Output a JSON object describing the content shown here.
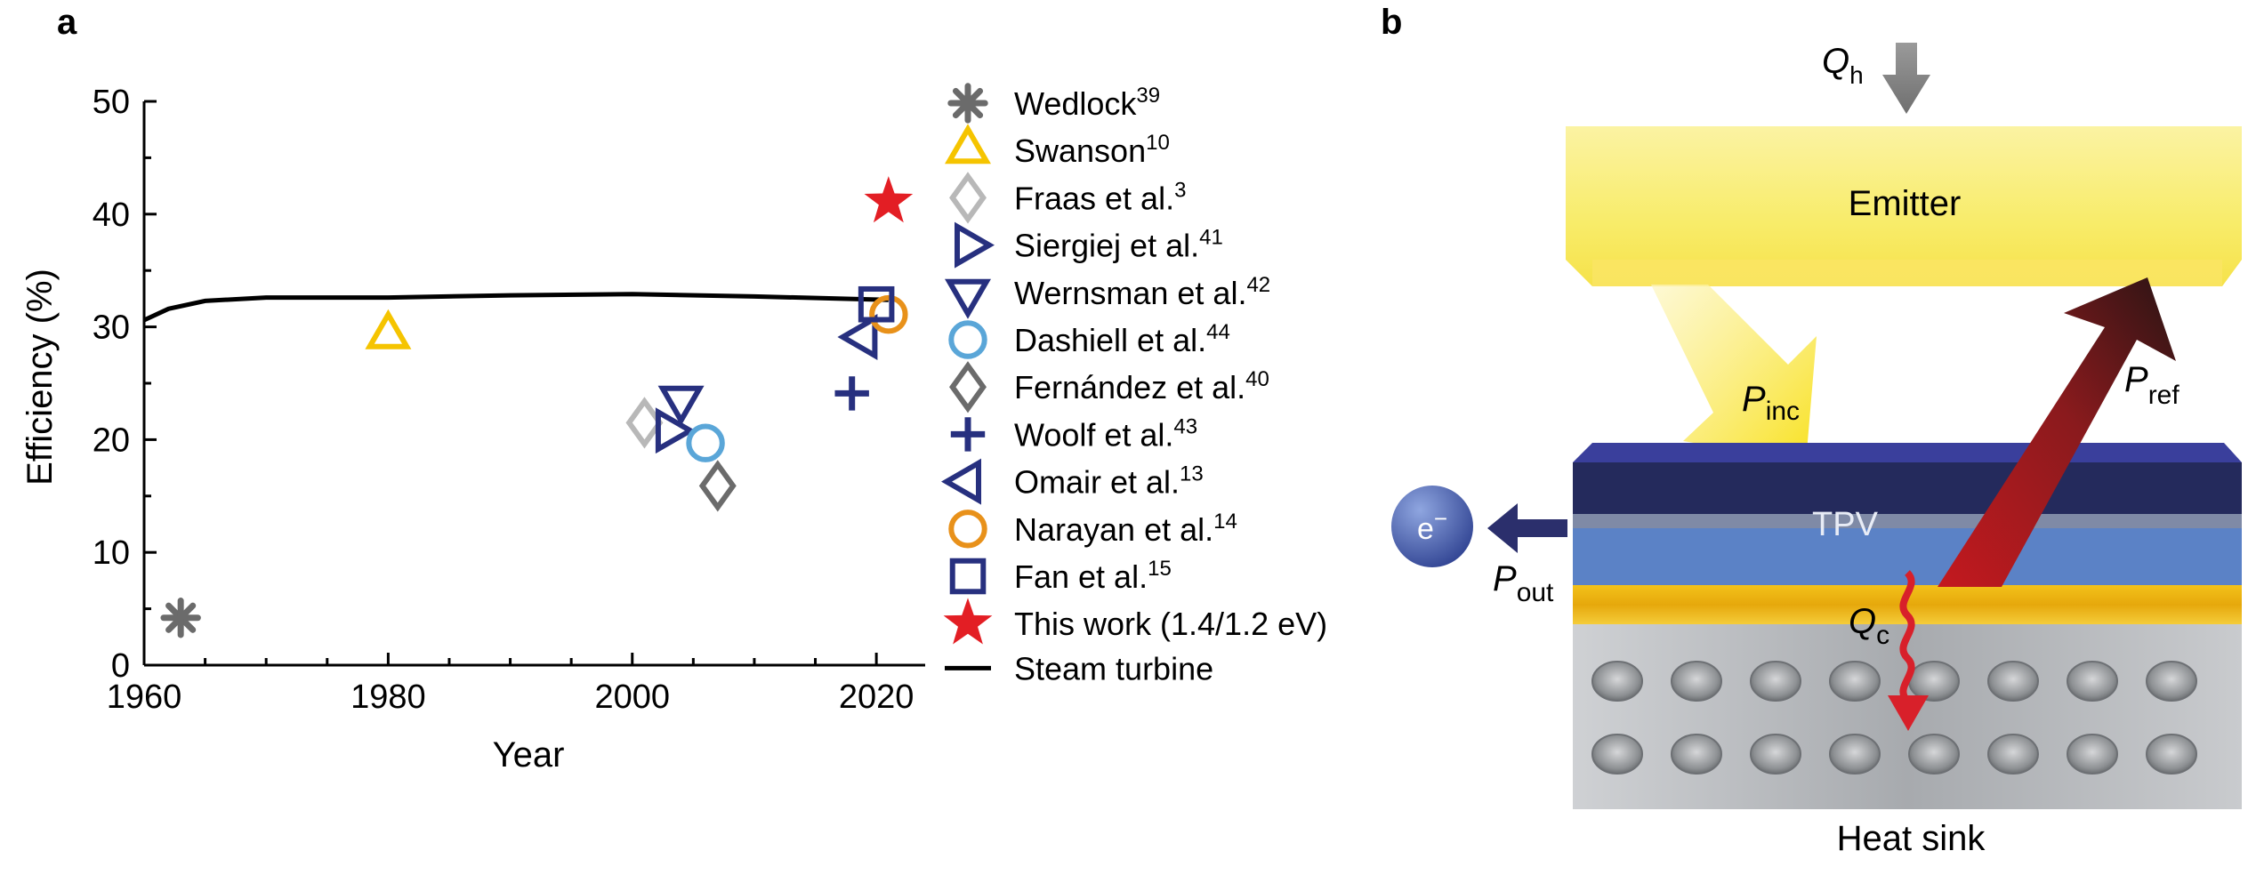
{
  "panel_a_label": "a",
  "panel_b_label": "b",
  "chart_data": {
    "type": "scatter",
    "xlabel": "Year",
    "ylabel": "Efficiency (%)",
    "xlim": [
      1960,
      2024
    ],
    "ylim": [
      0,
      50
    ],
    "xticks": [
      1960,
      1980,
      2000,
      2020
    ],
    "yticks": [
      0,
      10,
      20,
      30,
      40,
      50
    ],
    "grid": false,
    "legend_position": "right",
    "series": [
      {
        "name": "Wedlock",
        "ref": "39",
        "marker": "asterisk",
        "color": "#6b6b6b",
        "points": [
          [
            1963,
            4.2
          ]
        ]
      },
      {
        "name": "Swanson",
        "ref": "10",
        "marker": "triangle-up",
        "color": "#f5c400",
        "points": [
          [
            1980,
            29.2
          ]
        ]
      },
      {
        "name": "Fraas et al.",
        "ref": "3",
        "marker": "diamond",
        "color": "#b8b8b8",
        "points": [
          [
            2001,
            21.5
          ]
        ]
      },
      {
        "name": "Siergiej et al.",
        "ref": "41",
        "marker": "triangle-right",
        "color": "#27307f",
        "points": [
          [
            2003,
            20.8
          ]
        ]
      },
      {
        "name": "Wernsman et al.",
        "ref": "42",
        "marker": "triangle-down",
        "color": "#27307f",
        "points": [
          [
            2004,
            23.6
          ]
        ]
      },
      {
        "name": "Dashiell et al.",
        "ref": "44",
        "marker": "circle",
        "color": "#5aa6d8",
        "points": [
          [
            2006,
            19.7
          ]
        ]
      },
      {
        "name": "Fernández et al.",
        "ref": "40",
        "marker": "diamond",
        "color": "#6b6b6b",
        "points": [
          [
            2007,
            15.9
          ]
        ]
      },
      {
        "name": "Woolf et al.",
        "ref": "43",
        "marker": "plus",
        "color": "#27307f",
        "points": [
          [
            2018,
            24.1
          ]
        ]
      },
      {
        "name": "Omair et al.",
        "ref": "13",
        "marker": "triangle-left",
        "color": "#27307f",
        "points": [
          [
            2019,
            29.1
          ]
        ]
      },
      {
        "name": "Narayan et al.",
        "ref": "14",
        "marker": "circle",
        "color": "#e8911a",
        "points": [
          [
            2021,
            31.1
          ]
        ]
      },
      {
        "name": "Fan et al.",
        "ref": "15",
        "marker": "square",
        "color": "#27307f",
        "points": [
          [
            2020,
            32.0
          ]
        ]
      },
      {
        "name": "This work (1.4/1.2 eV)",
        "ref": "",
        "marker": "star",
        "color": "#e31e24",
        "points": [
          [
            2021,
            41.1
          ]
        ]
      }
    ],
    "line_series": [
      {
        "name": "Steam turbine",
        "color": "#000000",
        "points": [
          [
            1960,
            30.6
          ],
          [
            1962,
            31.6
          ],
          [
            1965,
            32.3
          ],
          [
            1970,
            32.6
          ],
          [
            1980,
            32.6
          ],
          [
            1990,
            32.8
          ],
          [
            2000,
            32.9
          ],
          [
            2010,
            32.7
          ],
          [
            2021,
            32.4
          ]
        ]
      }
    ]
  },
  "diagram": {
    "qh_main": "Q",
    "qh_sub": "h",
    "emitter_label": "Emitter",
    "pinc_main": "P",
    "pinc_sub": "inc",
    "pref_main": "P",
    "pref_sub": "ref",
    "tpv_label": "TPV",
    "electron_main": "e",
    "electron_sup": "−",
    "pout_main": "P",
    "pout_sub": "out",
    "qc_main": "Q",
    "qc_sub": "c",
    "heatsink_label": "Heat sink"
  }
}
